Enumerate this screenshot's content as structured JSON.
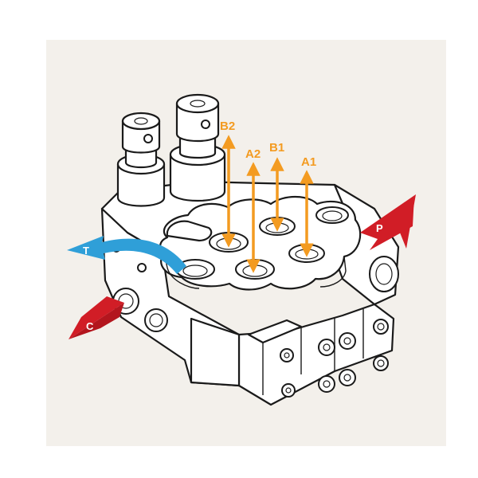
{
  "colors": {
    "background": "#f3f0eb",
    "port_arrow": "#f39b21",
    "tank_arrow": "#2f9fd8",
    "inlet_arrow": "#d11d26",
    "line": "#1a1a1a"
  },
  "ports": {
    "b2": "B2",
    "a2": "A2",
    "b1": "B1",
    "a1": "A1"
  },
  "flows": {
    "tank": "T",
    "pressure": "P",
    "carry_over": "C"
  }
}
